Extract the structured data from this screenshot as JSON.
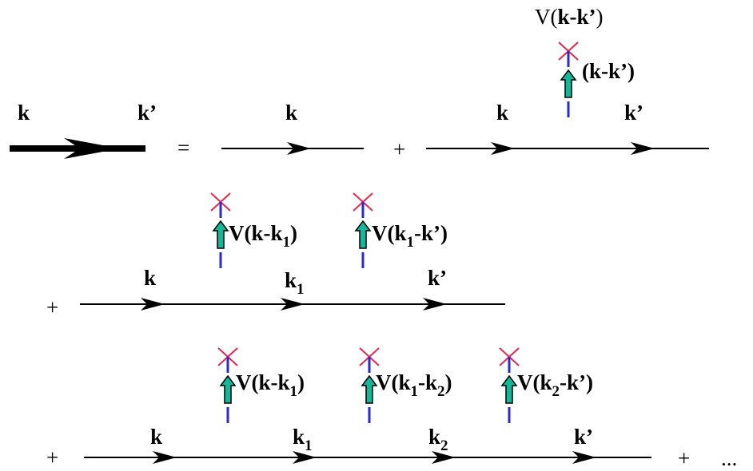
{
  "lhs": {
    "k": "k",
    "kp": "k’"
  },
  "equals": "=",
  "plus": "+",
  "ellipsis": "...",
  "row1_free": {
    "k": "k"
  },
  "row1_first": {
    "k": "k",
    "kp": "k’",
    "V": "V(",
    "arg": "k-k’",
    "close": ")",
    "transfer": "(k-k’)"
  },
  "row2": {
    "k": "k",
    "k1": "k",
    "k1_sub": "1",
    "kp": "k’",
    "v1": {
      "a": "V(k-k",
      "sub": "1",
      "b": ")"
    },
    "v2": {
      "a": "V(k",
      "sub": "1",
      "b": "-k’)"
    }
  },
  "row3": {
    "k": "k",
    "k1": "k",
    "k1_sub": "1",
    "k2": "k",
    "k2_sub": "2",
    "kp": "k’",
    "v1": {
      "a": "V(k-k",
      "sub": "1",
      "b": ")"
    },
    "v2": {
      "a": "V(k",
      "sub": "1",
      "c": "-k",
      "sub2": "2",
      "b": ")"
    },
    "v3": {
      "a": "V(k",
      "sub": "2",
      "b": "-k’)"
    }
  },
  "colors": {
    "cross": "#e8274b",
    "dashed_line": "#2a2ad4",
    "arrow_fill": "#13b89a",
    "line": "#000000"
  }
}
